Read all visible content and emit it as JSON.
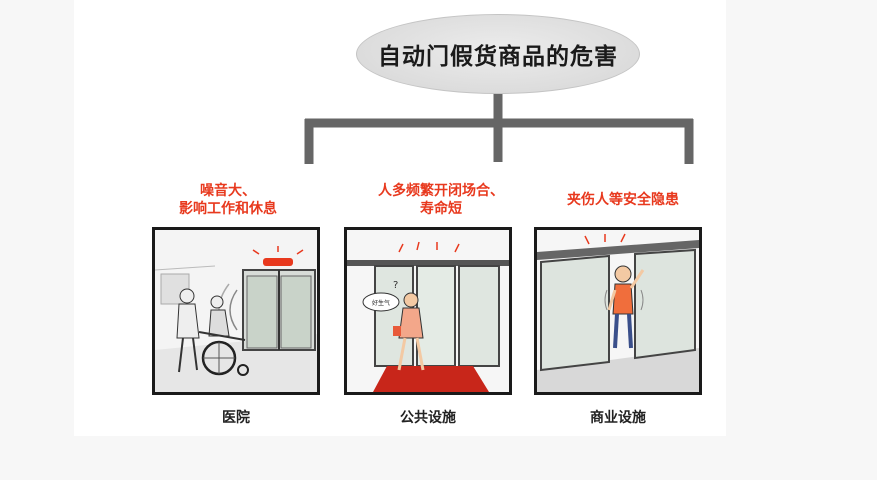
{
  "title": "自动门假货商品的危害",
  "branches": [
    {
      "caption_lines": [
        "噪音大、",
        "影响工作和休息"
      ],
      "panel_label": "医院"
    },
    {
      "caption_lines": [
        "人多频繁开闭场合、",
        "寿命短"
      ],
      "panel_label": "公共设施",
      "speech_bubble": "好生气"
    },
    {
      "caption_lines": [
        "夹伤人等安全隐患"
      ],
      "panel_label": "商业设施"
    }
  ],
  "colors": {
    "accent_red": "#e8391e",
    "tree_line": "#666666",
    "ellipse_fill": "#dcdcdc"
  },
  "icons": [
    "alarm-light-icon",
    "wheelchair-icon",
    "red-carpet-icon",
    "trapped-person-icon"
  ]
}
